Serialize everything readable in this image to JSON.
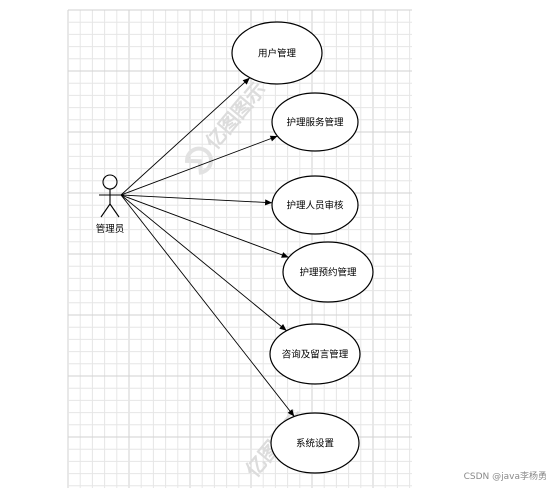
{
  "diagram": {
    "actor": {
      "label": "管理员"
    },
    "use_cases": [
      {
        "label": "用户管理"
      },
      {
        "label": "护理服务管理"
      },
      {
        "label": "护理人员审核"
      },
      {
        "label": "护理预约管理"
      },
      {
        "label": "咨询及留言管理"
      },
      {
        "label": "系统设置"
      }
    ]
  },
  "watermark": {
    "text": "亿图图示"
  },
  "credit": {
    "text": "CSDN @java李杨勇"
  }
}
